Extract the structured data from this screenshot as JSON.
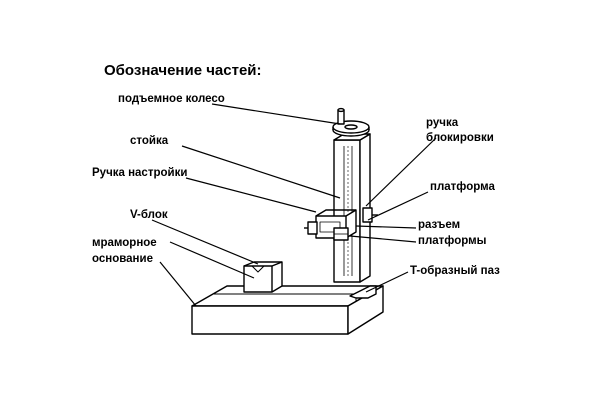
{
  "title": "Обозначение частей:",
  "labels": {
    "lift_wheel": "подъемное колесо",
    "column": "стойка",
    "adjust_knob": "Ручка настройки",
    "v_block": "V-блок",
    "marble_base_1": "мраморное",
    "marble_base_2": "основание",
    "lock_knob_1": "ручка",
    "lock_knob_2": "блокировки",
    "platform": "платформа",
    "platform_slot_1": "разъем",
    "platform_slot_2": "платформы",
    "t_slot": "T-образный паз"
  }
}
